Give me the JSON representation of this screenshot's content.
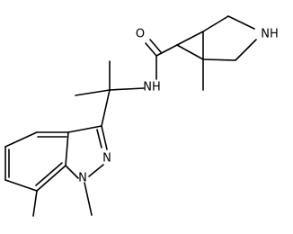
{
  "atom_labels": {
    "oxygen": "O",
    "amide_nh": "NH",
    "ring_nh": "NH",
    "n_aromatic": "N",
    "n_methyl": "N"
  },
  "colors": {
    "bond": "#000000",
    "label": "#000000",
    "background": "#ffffff"
  }
}
